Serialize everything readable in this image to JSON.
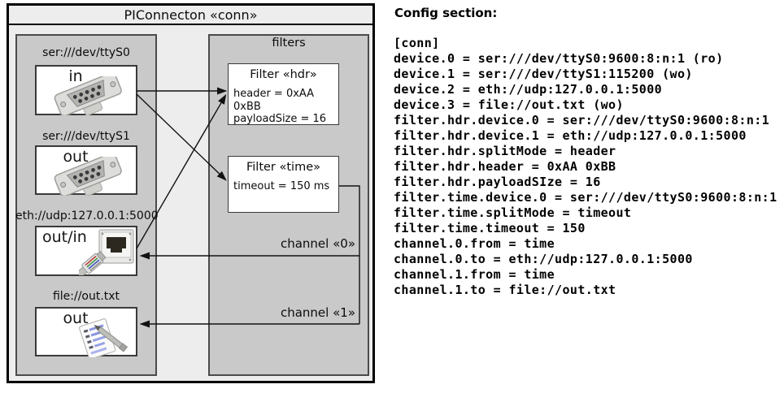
{
  "colors": {
    "outer_fill": "#ededed",
    "panel_fill": "#c9c9c9",
    "box_fill": "#ffffff",
    "frame_border": "#000000",
    "panel_border": "#4a4a4a",
    "wire": "#121212"
  },
  "diagram": {
    "title": "PIConnecton «conn»",
    "devices_panel": {
      "devices": [
        {
          "address": "ser:///dev/ttyS0",
          "role": "in",
          "icon": "serial-connector-icon"
        },
        {
          "address": "ser:///dev/ttyS1",
          "role": "out",
          "icon": "serial-connector-icon"
        },
        {
          "address": "eth://udp:127.0.0.1:5000",
          "role": "out/in",
          "icon": "ethernet-connector-icon"
        },
        {
          "address": "file://out.txt",
          "role": "out",
          "icon": "notepad-icon"
        }
      ]
    },
    "filters_panel": {
      "title": "filters",
      "filters": [
        {
          "title": "Filter «hdr»",
          "attributes": [
            "header = 0xAA 0xBB",
            "payloadSize = 16"
          ]
        },
        {
          "title": "Filter «time»",
          "attributes": [
            "timeout = 150 ms"
          ]
        }
      ]
    },
    "channels": [
      {
        "label": "channel «0»"
      },
      {
        "label": "channel «1»"
      }
    ],
    "connections": [
      "ser:///dev/ttyS0 -> Filter «hdr»",
      "ser:///dev/ttyS0 -> Filter «time»",
      "eth://udp:127.0.0.1:5000 -> Filter «hdr»",
      "Filter «time» -> channel «0» -> eth://udp:127.0.0.1:5000",
      "Filter «time» -> channel «1» -> file://out.txt"
    ]
  },
  "config": {
    "heading": "Config section:",
    "lines": [
      "[conn]",
      "device.0 = ser:///dev/ttyS0:9600:8:n:1 (ro)",
      "device.1 = ser:///dev/ttyS1:115200 (wo)",
      "device.2 = eth://udp:127.0.0.1:5000",
      "device.3 = file://out.txt (wo)",
      "filter.hdr.device.0 = ser:///dev/ttyS0:9600:8:n:1",
      "filter.hdr.device.1 = eth://udp:127.0.0.1:5000",
      "filter.hdr.splitMode = header",
      "filter.hdr.header = 0xAA 0xBB",
      "filter.hdr.payloadSIze = 16",
      "filter.time.device.0 = ser:///dev/ttyS0:9600:8:n:1",
      "filter.time.splitMode = timeout",
      "filter.time.timeout = 150",
      "channel.0.from = time",
      "channel.0.to = eth://udp:127.0.0.1:5000",
      "channel.1.from = time",
      "channel.1.to = file://out.txt"
    ]
  }
}
